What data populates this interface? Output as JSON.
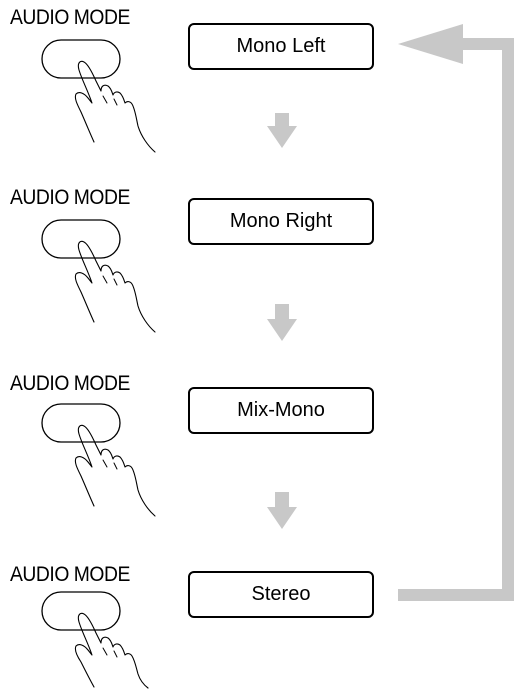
{
  "steps": [
    {
      "button_label": "AUDIO MODE",
      "mode": "Mono Left"
    },
    {
      "button_label": "AUDIO MODE",
      "mode": "Mono Right"
    },
    {
      "button_label": "AUDIO MODE",
      "mode": "Mix-Mono"
    },
    {
      "button_label": "AUDIO MODE",
      "mode": "Stereo"
    }
  ],
  "icons": {
    "button": "button-outline-icon",
    "hand": "pressing-hand-icon",
    "arrow": "down-arrow-icon",
    "loop": "loop-back-arrow-icon"
  },
  "colors": {
    "arrow": "#c8c8c8",
    "outline": "#000000"
  }
}
